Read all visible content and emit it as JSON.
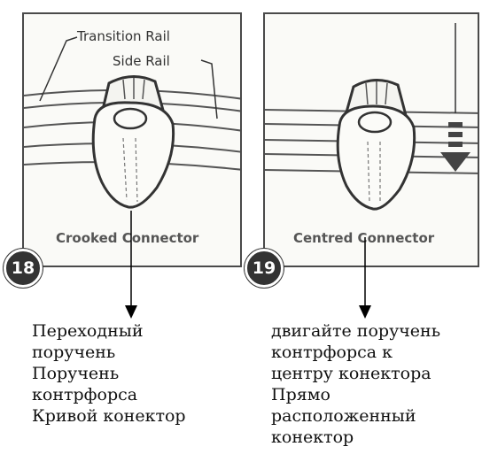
{
  "panel18": {
    "step_number": "18",
    "callout_transition_rail": "Transition Rail",
    "callout_side_rail": "Side Rail",
    "caption": "Crooked Connector"
  },
  "panel19": {
    "step_number": "19",
    "caption": "Centred Connector"
  },
  "translation_left": {
    "lines": [
      "Переходный",
      "поручень",
      "Поручень",
      "контрфорса",
      "Кривой конектор"
    ]
  },
  "translation_right": {
    "lines": [
      "двигайте поручень",
      "контрфорса к",
      "центру конектора",
      "Прямо",
      "расположенный",
      "конектор"
    ]
  }
}
